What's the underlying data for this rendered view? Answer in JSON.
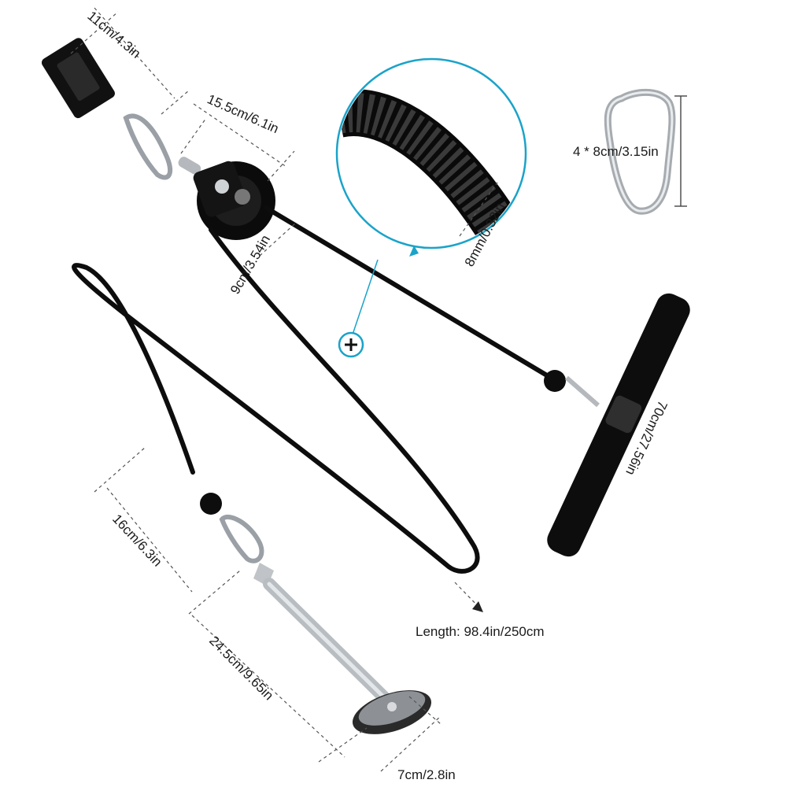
{
  "labels": {
    "strap": "11cm/4.3in",
    "swivel_to_pulley": "15.5cm/6.1in",
    "pulley_diameter": "9cm/3.54in",
    "rope_diameter": "8mm/0.32in",
    "carabiner": "4 * 8cm/3.15in",
    "bar_length": "70cm/27.56in",
    "length_total": "Length: 98.4in/250cm",
    "handle_link": "16cm/6.3in",
    "loading_pin": "24.5cm/9.65in",
    "base_plate": "7cm/2.8in"
  },
  "colors": {
    "accent": "#1aa3c9",
    "rope": "#0d0d0d",
    "metal": "#c9ccd0"
  },
  "icons": {
    "zoom": "plus-icon"
  }
}
